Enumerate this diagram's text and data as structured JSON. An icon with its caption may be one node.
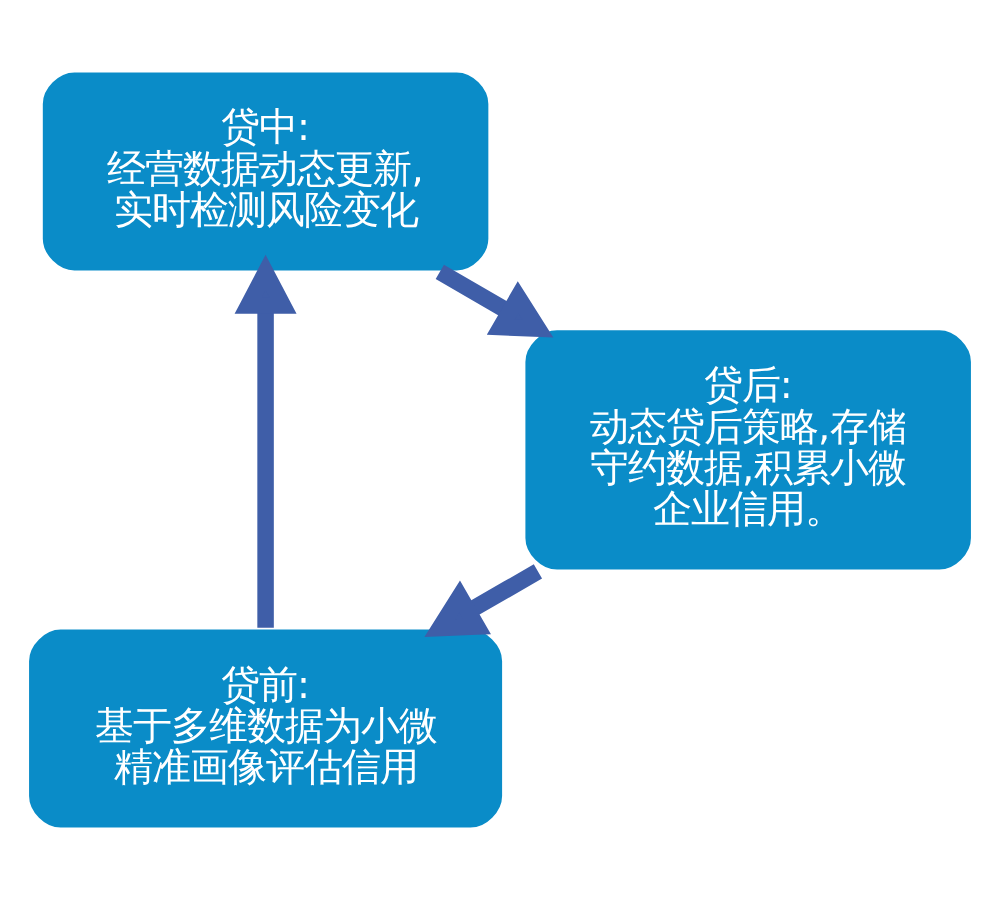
{
  "diagram": {
    "nodes": [
      {
        "text": [
          "贷前:",
          "基于多维数据为小微精准画像评估信用"
        ]
      },
      {
        "text": [
          "贷中:",
          "经营数据动态更新,实时检测风险变化"
        ]
      },
      {
        "text": [
          "贷后:",
          "动态贷后策略,存储守约数据,积累小微企业信用。"
        ]
      }
    ],
    "edges": [
      {
        "from": 0,
        "to": 1,
        "arrow": "to"
      },
      {
        "from": 1,
        "to": 2,
        "arrow": "to"
      },
      {
        "from": 2,
        "to": 0,
        "arrow": "to"
      }
    ]
  }
}
